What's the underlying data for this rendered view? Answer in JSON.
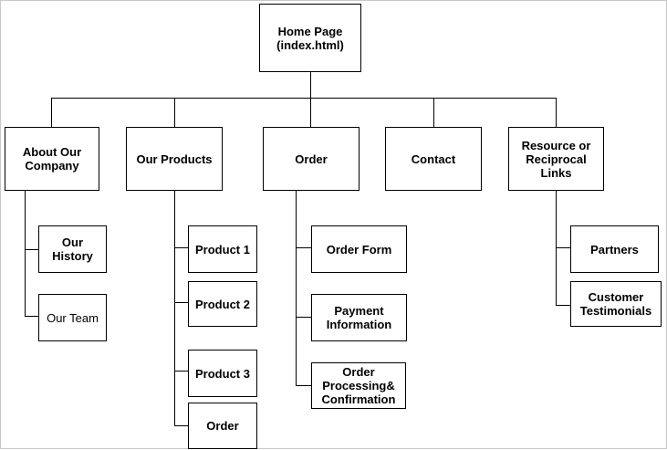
{
  "sitemap": {
    "root": "Home Page\n(index.html)",
    "sections": [
      {
        "label": "About Our\nCompany",
        "children": [
          "Our\nHistory",
          "Our Team"
        ]
      },
      {
        "label": "Our Products",
        "children": [
          "Product 1",
          "Product 2",
          "Product 3",
          "Order"
        ]
      },
      {
        "label": "Order",
        "children": [
          "Order Form",
          "Payment\nInformation",
          "Order\nProcessing&\nConfirmation"
        ]
      },
      {
        "label": "Contact",
        "children": []
      },
      {
        "label": "Resource or\nReciprocal\nLinks",
        "children": [
          "Partners",
          "Customer\nTestimonials"
        ]
      }
    ]
  }
}
